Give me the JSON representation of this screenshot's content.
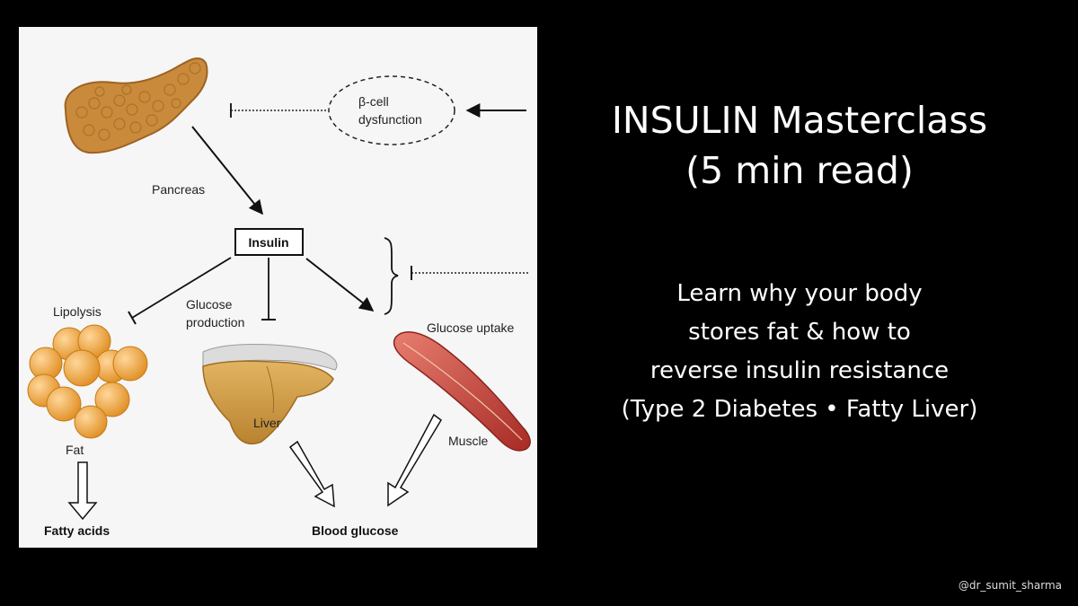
{
  "diagram": {
    "beta_cell_line1": "β-cell",
    "beta_cell_line2": "dysfunction",
    "pancreas": "Pancreas",
    "insulin": "Insulin",
    "lipolysis": "Lipolysis",
    "glucose_production_line1": "Glucose",
    "glucose_production_line2": "production",
    "glucose_uptake": "Glucose uptake",
    "fat": "Fat",
    "liver": "Liver",
    "muscle": "Muscle",
    "fatty_acids": "Fatty acids",
    "blood_glucose": "Blood glucose"
  },
  "title": {
    "line1": "INSULIN Masterclass",
    "line2": "(5 min read)"
  },
  "subtitle": {
    "line1": "Learn why your body",
    "line2": "stores fat & how to",
    "line3": "reverse insulin resistance",
    "line4": "(Type 2 Diabetes • Fatty Liver)"
  },
  "handle": "@dr_sumit_sharma",
  "colors": {
    "background": "#000000",
    "panel": "#f6f6f6",
    "pancreas": "#c98a3c",
    "fat": "#f0a53a",
    "liver": "#c99440",
    "muscle": "#c8443a"
  }
}
